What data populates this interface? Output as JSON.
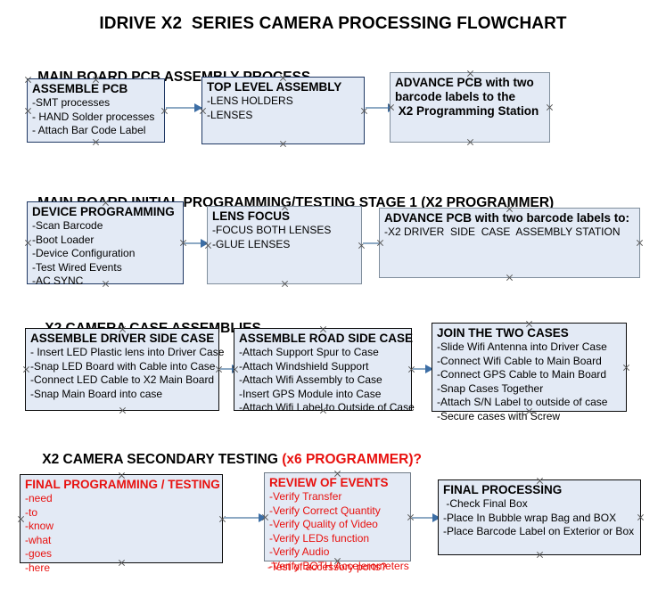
{
  "document": {
    "title": "IDRIVE X2  SERIES CAMERA PROCESSING FLOWCHART"
  },
  "colors": {
    "box_fill": "#e3eaf5",
    "border_navy": "#1f3864",
    "border_black": "#0a0a0a",
    "border_gray": "#808e9c",
    "accent_red": "#e8110f",
    "connector": "#8da9c4",
    "arrowhead": "#3c6ea5",
    "text": "#000000"
  },
  "sections": [
    {
      "heading": "MAIN BOARD PCB ASSEMBLY PROCESS",
      "heading_accent": "",
      "boxes": [
        {
          "title": "ASSEMBLE PCB",
          "title_color": "black",
          "lines": [
            "-SMT processes",
            "- HAND Solder processes",
            "- Attach Bar Code Label"
          ]
        },
        {
          "title": "TOP LEVEL ASSEMBLY",
          "title_color": "black",
          "lines": [
            "-LENS HOLDERS",
            "-LENSES"
          ]
        },
        {
          "title": "ADVANCE PCB with two",
          "title_color": "black",
          "lines": [
            "barcode labels to the",
            " X2 Programming Station"
          ],
          "title_lines_bold": true
        }
      ]
    },
    {
      "heading": "MAIN BOARD INITIAL PROGRAMMING/TESTING STAGE 1 (X2 PROGRAMMER)",
      "heading_accent": "",
      "boxes": [
        {
          "title": "DEVICE PROGRAMMING",
          "title_color": "black",
          "lines": [
            "-Scan Barcode",
            "-Boot Loader",
            "-Device Configuration",
            "-Test Wired Events",
            "-AC SYNC"
          ]
        },
        {
          "title": "LENS FOCUS",
          "title_color": "black",
          "lines": [
            "-FOCUS BOTH LENSES",
            "-GLUE LENSES"
          ]
        },
        {
          "title": "ADVANCE PCB with two barcode labels to:",
          "title_color": "black",
          "lines": [
            "-X2 DRIVER  SIDE  CASE  ASSEMBLY STATION"
          ]
        }
      ]
    },
    {
      "heading": "X2 CAMERA CASE ASSEMBLIES",
      "heading_accent": "",
      "boxes": [
        {
          "title": "ASSEMBLE DRIVER SIDE CASE",
          "title_color": "black",
          "lines": [
            "- Insert LED Plastic lens into Driver Case",
            "-Snap LED Board with Cable into Case",
            "-Connect LED Cable to X2 Main Board",
            "-Snap Main Board into case"
          ]
        },
        {
          "title": "ASSEMBLE ROAD SIDE CASE",
          "title_color": "black",
          "lines": [
            "-Attach Support Spur to Case",
            "-Attach Windshield Support",
            "-Attach Wifi Assembly to Case",
            "-Insert GPS Module into Case",
            "-Attach Wifi Label to Outside of Case"
          ]
        },
        {
          "title": "JOIN THE TWO CASES",
          "title_color": "black",
          "lines": [
            "-Slide Wifi Antenna into Driver Case",
            "-Connect Wifi Cable to Main Board",
            "-Connect GPS Cable to Main Board",
            "-Snap Cases Together",
            "-Attach S/N Label to outside of case",
            "-Secure cases with Screw"
          ]
        }
      ]
    },
    {
      "heading": "X2 CAMERA SECONDARY TESTING ",
      "heading_accent": "(x6 PROGRAMMER)?",
      "boxes": [
        {
          "title": "FINAL PROGRAMMING / TESTING",
          "title_color": "red",
          "lines": [
            "-need",
            "-to",
            "-know",
            "-what",
            "-goes",
            "-here"
          ]
        },
        {
          "title": "REVIEW OF EVENTS",
          "title_color": "red",
          "lines": [
            "-Verify Transfer",
            "-Verify Correct Quantity",
            "-Verify Quality of Video",
            "-Verify LEDs function",
            "-Verify Audio",
            "-Verify BOTH Accelerometers"
          ],
          "overflow_line": "-Test of accessory ports?"
        },
        {
          "title": "FINAL PROCESSING",
          "title_color": "black",
          "lines": [
            " -Check Final Box",
            "-Place In Bubble wrap Bag and BOX",
            "-Place Barcode Label on Exterior or Box"
          ]
        }
      ]
    }
  ]
}
